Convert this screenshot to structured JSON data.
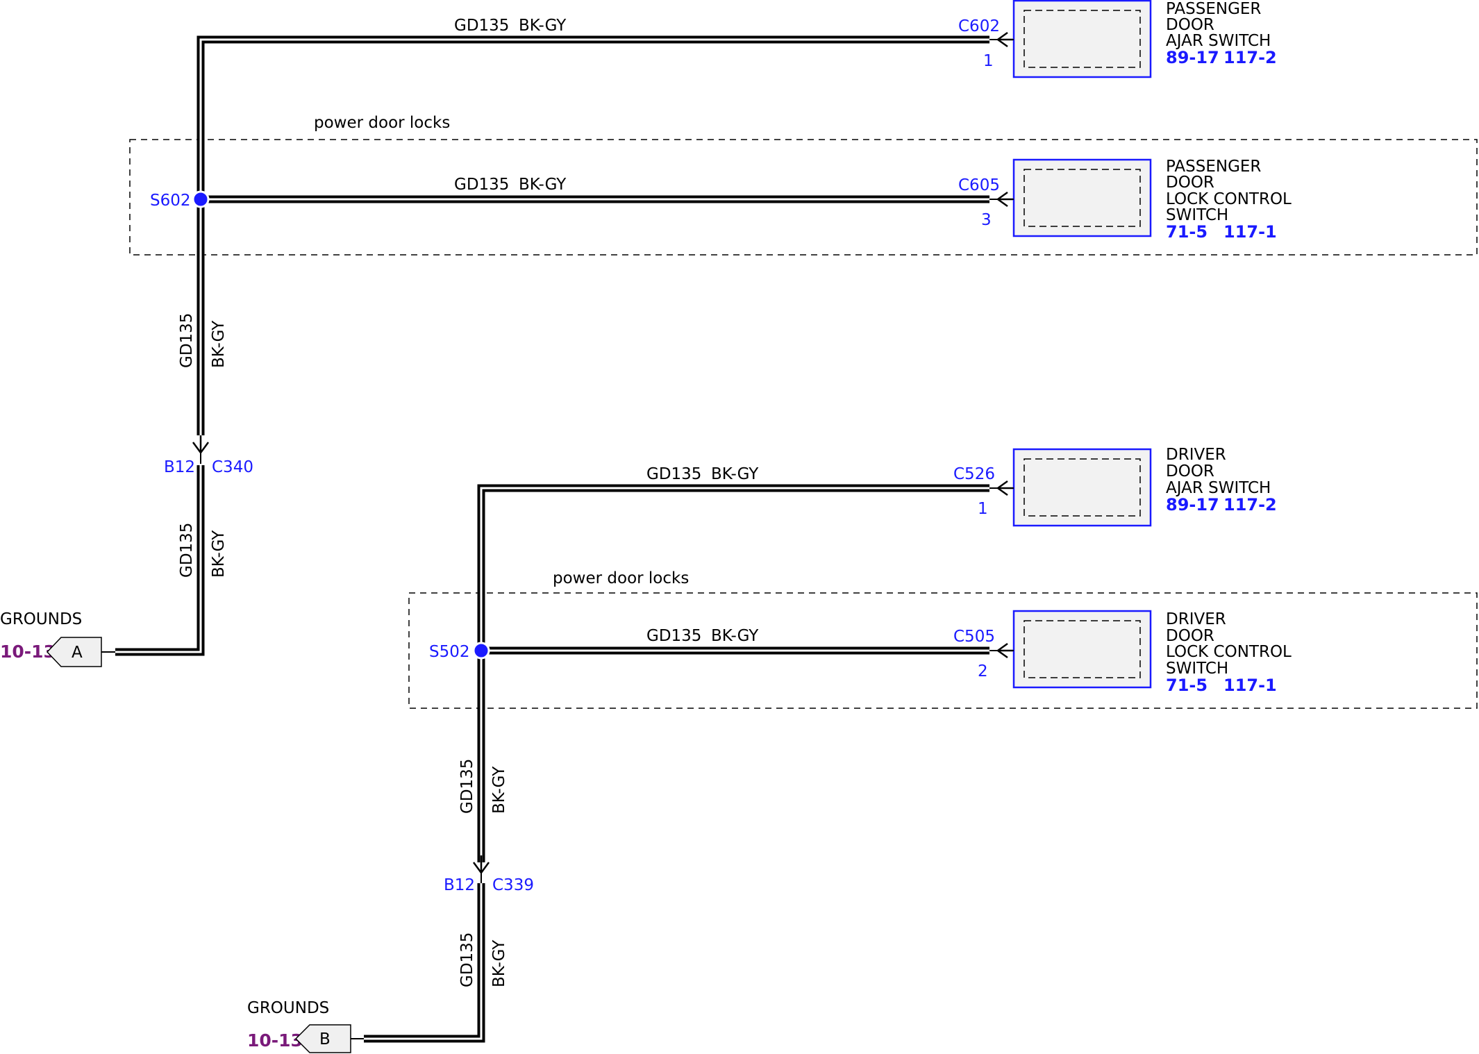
{
  "wire": {
    "circuit": "GD135",
    "color": "BK-GY"
  },
  "areas": {
    "top_label": "power door locks",
    "bottom_label": "power door locks"
  },
  "splices": {
    "top": "S602",
    "bottom": "S502"
  },
  "inline_connectors": {
    "top": {
      "pin": "B12",
      "name": "C340"
    },
    "bottom": {
      "pin": "B12",
      "name": "C339"
    }
  },
  "components": {
    "pass_ajar": {
      "name_lines": [
        "PASSENGER",
        "DOOR",
        "AJAR SWITCH"
      ],
      "connector": "C602",
      "pin": "1",
      "ref_a": "89-17",
      "ref_b": "117-2"
    },
    "pass_lock": {
      "name_lines": [
        "PASSENGER",
        "DOOR",
        "LOCK CONTROL",
        "SWITCH"
      ],
      "connector": "C605",
      "pin": "3",
      "ref_a": "71-5",
      "ref_b": "117-1"
    },
    "drv_ajar": {
      "name_lines": [
        "DRIVER",
        "DOOR",
        "AJAR SWITCH"
      ],
      "connector": "C526",
      "pin": "1",
      "ref_a": "89-17",
      "ref_b": "117-2"
    },
    "drv_lock": {
      "name_lines": [
        "DRIVER",
        "DOOR",
        "LOCK CONTROL",
        "SWITCH"
      ],
      "connector": "C505",
      "pin": "2",
      "ref_a": "71-5",
      "ref_b": "117-1"
    }
  },
  "grounds": {
    "a": {
      "title": "GROUNDS",
      "ref": "10-13",
      "tag": "A"
    },
    "b": {
      "title": "GROUNDS",
      "ref": "10-13",
      "tag": "B"
    }
  },
  "colors": {
    "connector_blue": "#1a1aff",
    "ground_ref": "#7a1a7a",
    "wire": "#000000"
  }
}
